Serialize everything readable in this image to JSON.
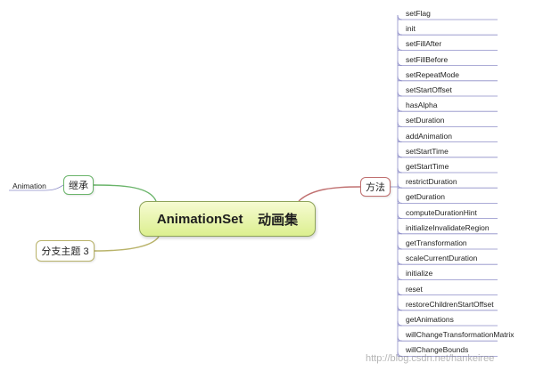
{
  "center": {
    "title": "AnimationSet",
    "subtitle": "动画集"
  },
  "left_branches": {
    "inherit": {
      "label": "继承",
      "leaf": "Animation"
    },
    "topic3": {
      "label": "分支主题 3"
    }
  },
  "right_branch": {
    "label": "方法",
    "methods": [
      "setFlag",
      "init",
      "setFillAfter",
      "setFillBefore",
      "setRepeatMode",
      "setStartOffset",
      "hasAlpha",
      "setDuration",
      "addAnimation",
      "setStartTime",
      "getStartTime",
      "restrictDuration",
      "getDuration",
      "computeDurationHint",
      "initializeInvalidateRegion",
      "getTransformation",
      "scaleCurrentDuration",
      "initialize",
      "reset",
      "restoreChildrenStartOffset",
      "getAnimations",
      "willChangeTransformationMatrix",
      "willChangeBounds"
    ]
  },
  "colors": {
    "inherit_line": "#6ab46a",
    "topic3_line": "#b9b36a",
    "methods_line": "#c07070",
    "leaf_line": "#8e8ec8"
  },
  "watermark": "http://blog.csdn.net/hankeiree"
}
